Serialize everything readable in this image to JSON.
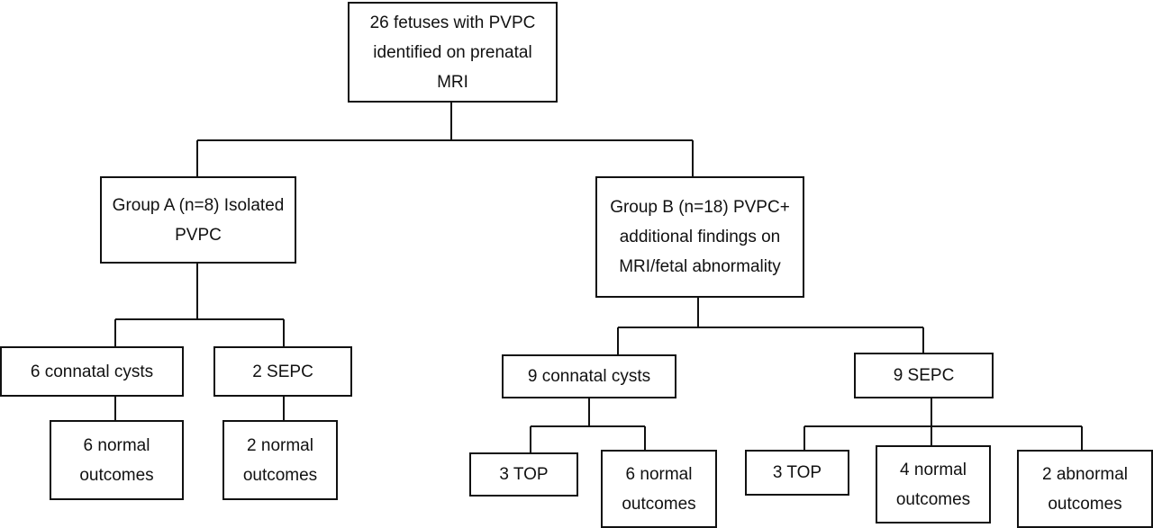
{
  "nodes": {
    "root": "26 fetuses with PVPC\nidentified on prenatal\nMRI",
    "group_a": "Group A (n=8) Isolated\nPVPC",
    "group_b": "Group B (n=18) PVPC+\nadditional findings on\nMRI/fetal abnormality",
    "a_connatal": "6 connatal cysts",
    "a_sepc": "2 SEPC",
    "a_connatal_normal": "6 normal\noutcomes",
    "a_sepc_normal": "2 normal\noutcomes",
    "b_connatal": "9 connatal cysts",
    "b_sepc": "9 SEPC",
    "b_connatal_top": "3 TOP",
    "b_connatal_normal": "6 normal\noutcomes",
    "b_sepc_top": "3 TOP",
    "b_sepc_normal": "4 normal\noutcomes",
    "b_sepc_abnormal": "2 abnormal\noutcomes"
  },
  "edges": [
    [
      "root",
      "group_a"
    ],
    [
      "root",
      "group_b"
    ],
    [
      "group_a",
      "a_connatal"
    ],
    [
      "group_a",
      "a_sepc"
    ],
    [
      "a_connatal",
      "a_connatal_normal"
    ],
    [
      "a_sepc",
      "a_sepc_normal"
    ],
    [
      "group_b",
      "b_connatal"
    ],
    [
      "group_b",
      "b_sepc"
    ],
    [
      "b_connatal",
      "b_connatal_top"
    ],
    [
      "b_connatal",
      "b_connatal_normal"
    ],
    [
      "b_sepc",
      "b_sepc_top"
    ],
    [
      "b_sepc",
      "b_sepc_normal"
    ],
    [
      "b_sepc",
      "b_sepc_abnormal"
    ]
  ]
}
